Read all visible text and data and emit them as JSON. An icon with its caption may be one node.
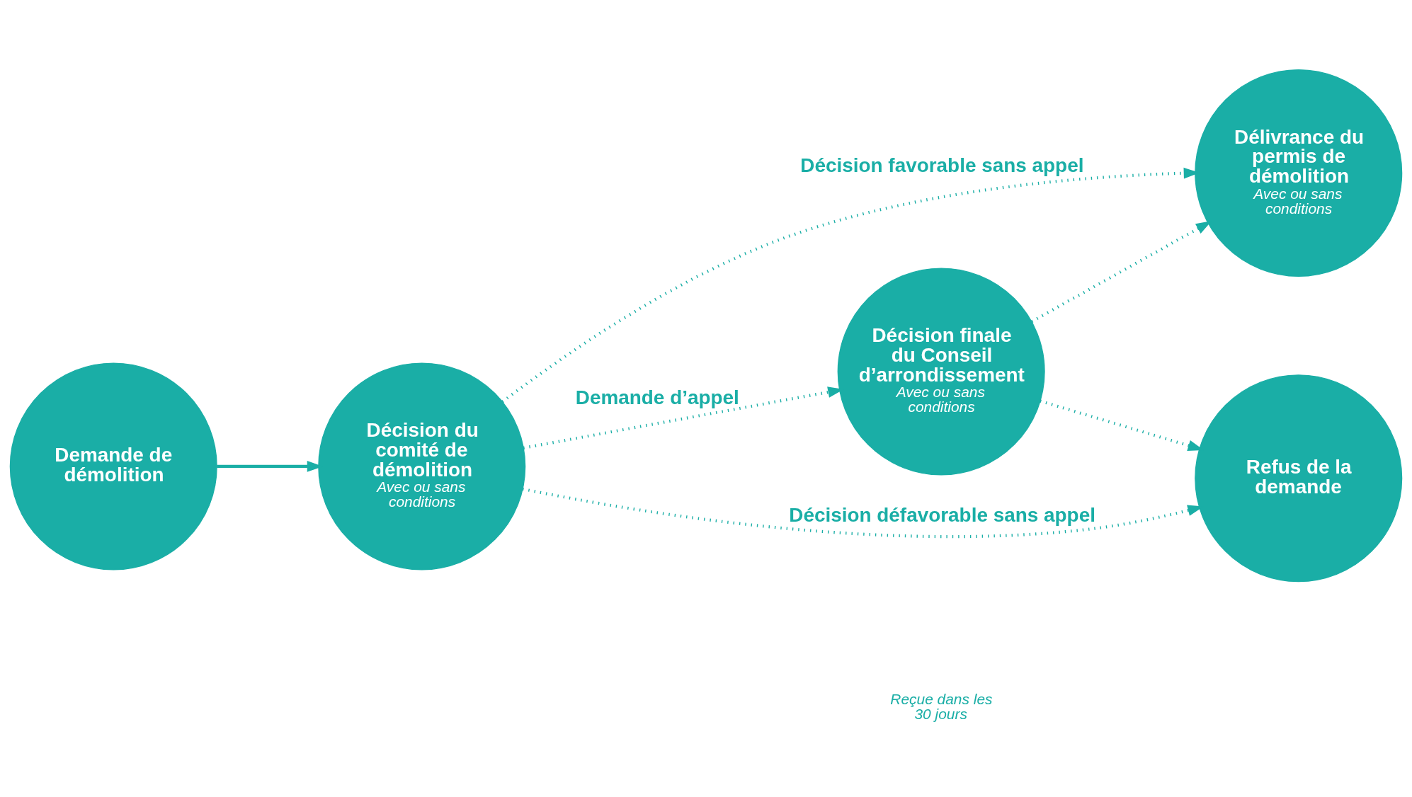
{
  "diagram": {
    "nodes": [
      {
        "text": [
          "Demande de démolition"
        ]
      },
      {
        "text": [
          "Décision du comité de démolition",
          "Avec ou sans conditions"
        ]
      },
      {
        "text": [
          "Décision finale du Conseil d’arrondissement",
          "Avec ou sans conditions"
        ]
      },
      {
        "text": [
          "Délivrance du permis de démolition",
          "Avec ou sans conditions"
        ]
      },
      {
        "text": [
          "Refus de la demande"
        ]
      }
    ],
    "edges": [
      {
        "from": 0,
        "to": 1,
        "arrow": "to"
      },
      {
        "from": 1,
        "to": 3,
        "arrow": "to",
        "style": "dashed",
        "label": "Décision favorable sans appel"
      },
      {
        "from": 1,
        "to": 2,
        "arrow": "to",
        "style": "dashed",
        "label": "Demande d’appel"
      },
      {
        "from": 2,
        "to": 3,
        "arrow": "to",
        "style": "dashed"
      },
      {
        "from": 2,
        "to": 4,
        "arrow": "to",
        "style": "dashed"
      },
      {
        "from": 1,
        "to": 4,
        "arrow": "to",
        "style": "dashed",
        "label": "Décision défavorable sans appel"
      }
    ],
    "labels": [
      "Reçue dans les 30 jours"
    ]
  }
}
